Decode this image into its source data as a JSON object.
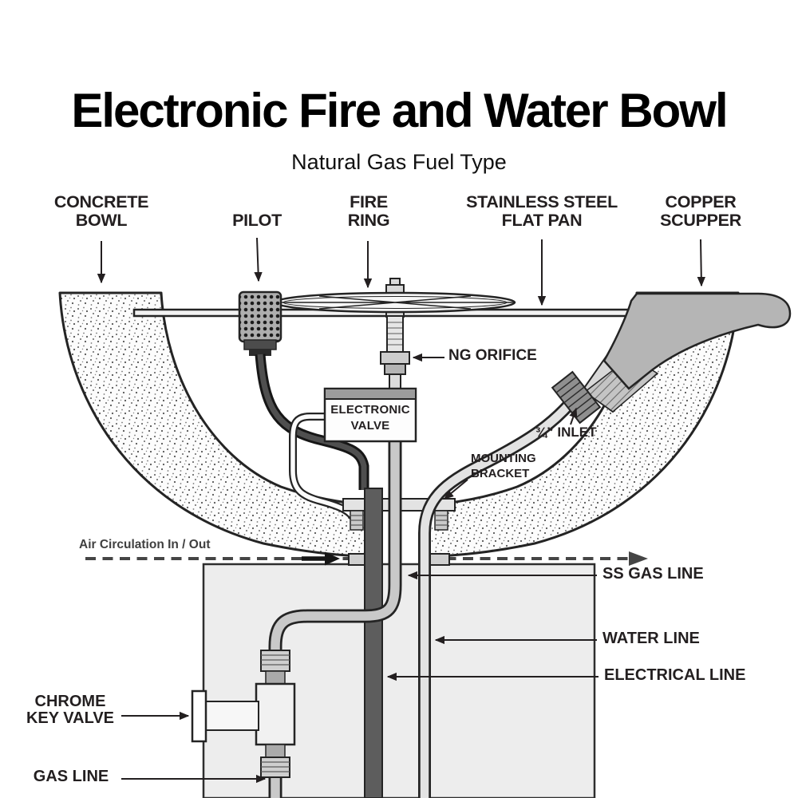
{
  "title": "Electronic Fire and Water Bowl",
  "subtitle": "Natural Gas Fuel Type",
  "callouts": {
    "concrete_bowl": {
      "line1": "CONCRETE",
      "line2": "BOWL"
    },
    "pilot": {
      "line1": "PILOT"
    },
    "fire_ring": {
      "line1": "FIRE",
      "line2": "RING"
    },
    "flat_pan": {
      "line1": "STAINLESS STEEL",
      "line2": "FLAT PAN"
    },
    "copper_scupper": {
      "line1": "COPPER",
      "line2": "SCUPPER"
    },
    "ng_orifice": {
      "line1": "NG ORIFICE"
    },
    "inlet": {
      "line1": "¾” INLET"
    },
    "mounting_bracket": {
      "line1": "MOUNTING",
      "line2": "BRACKET"
    },
    "air_circulation": {
      "line1": "Air Circulation In / Out"
    },
    "ss_gas_line": {
      "line1": "SS GAS LINE"
    },
    "water_line": {
      "line1": "WATER LINE"
    },
    "electrical_line": {
      "line1": "ELECTRICAL LINE"
    },
    "chrome_key_valve": {
      "line1": "CHROME",
      "line2": "KEY VALVE"
    },
    "gas_line": {
      "line1": "GAS LINE"
    }
  },
  "component_labels": {
    "electronic_valve": {
      "line1": "ELECTRONIC",
      "line2": "VALVE"
    }
  },
  "colors": {
    "ink": "#231f20",
    "title": "#000000",
    "pedestal_fill": "#ededed",
    "scupper_gray": "#b5b5b5",
    "gas_pipe_gray": "#c9c9c9",
    "water_pipe_gray": "#e3e3e3",
    "electrical_dark": "#5d5d5d",
    "air_flow_gray": "#454545"
  }
}
